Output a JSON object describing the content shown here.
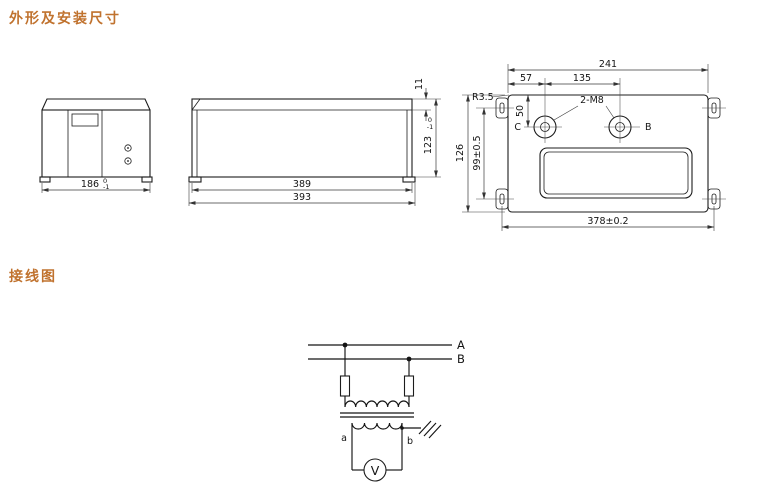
{
  "page": {
    "background": "#ffffff",
    "accent_color": "#c0722e",
    "line_color": "#1c1c1c"
  },
  "sections": {
    "outline_title": "外形及安装尺寸",
    "wiring_title": "接线图"
  },
  "outline": {
    "side": {
      "width": "186",
      "tol_top": "0",
      "tol_bottom": "-1"
    },
    "front": {
      "lid_height": "11",
      "height": "123",
      "tol_top": "0",
      "tol_bottom": "-1",
      "inner_width": "389",
      "overall_width": "393"
    },
    "top": {
      "overall_width": "241",
      "edge_to_terminal": "57",
      "terminal_spacing": "135",
      "corner_radius": "R3.5",
      "terminal_thread": "2-M8",
      "top_to_terminal_center": "50",
      "body_depth": "126",
      "slot_center_spacing": "99±0.5",
      "mounting_span": "378±0.2",
      "terminal_left": "C",
      "terminal_right": "B"
    }
  },
  "wiring": {
    "phase_a": "A",
    "phase_b": "B",
    "secondary_a": "a",
    "secondary_b": "b",
    "voltmeter": "V"
  }
}
